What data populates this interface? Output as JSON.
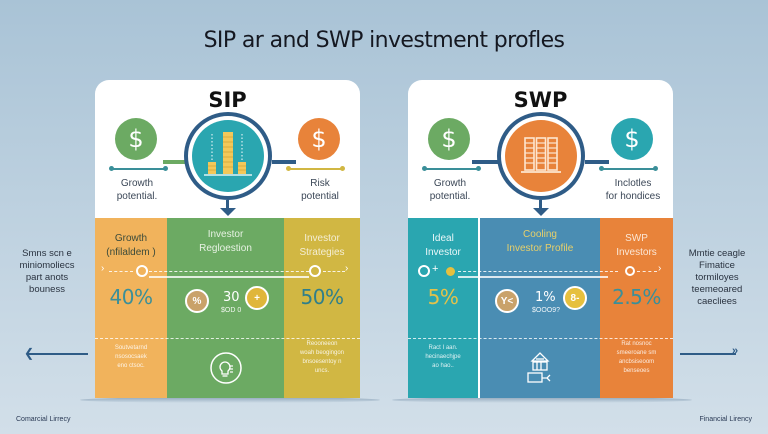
{
  "title": "SIP ar and SWP investment profles",
  "colors": {
    "background": "#b7ccdc",
    "navy": "#2f5c87",
    "green": "#6caa63",
    "orange": "#e8833a",
    "teal": "#2aa6b0",
    "amber": "#f1b35c",
    "mustard": "#d1b743",
    "steel_blue": "#4a8db3"
  },
  "sip": {
    "title": "SIP",
    "left_coin": {
      "icon": "dollar-coin-icon",
      "symbol": "$",
      "color": "#6caa63"
    },
    "right_coin": {
      "icon": "dollar-coin-icon",
      "symbol": "$",
      "color": "#e8833a"
    },
    "left_label": [
      "Growth",
      "potential."
    ],
    "right_label": [
      "Risk",
      "potential"
    ],
    "hub_icon": "coin-stack-chart-icon",
    "columns": [
      {
        "heading": [
          "Growth",
          "(nfilaldem )"
        ],
        "value": "40%",
        "description": [
          "Soutvetarnd",
          "nsosocsaek",
          "eno ctsoc."
        ],
        "color": "#f1b35c",
        "value_color": "#3a8f99"
      },
      {
        "heading": [
          "Investor",
          "Regloestion"
        ],
        "badge_left": "%",
        "number": "30",
        "sub": "$OD 0",
        "badge_right": "+",
        "description": [],
        "icon": "lightbulb-icon",
        "color": "#6caa63"
      },
      {
        "heading": [
          "Investor",
          "Strategies"
        ],
        "value": "50%",
        "description": [
          "Reooneeon",
          "woah beogingon",
          "bnsoesentoy n",
          "uncs."
        ],
        "color": "#d1b743",
        "value_color": "#2f7f8a"
      }
    ]
  },
  "swp": {
    "title": "SWP",
    "left_coin": {
      "icon": "dollar-coin-icon",
      "symbol": "$",
      "color": "#6caa63"
    },
    "right_coin": {
      "icon": "dollar-coin-icon",
      "symbol": "$",
      "color": "#2aa6b0"
    },
    "left_label": [
      "Growth",
      "potential."
    ],
    "right_label": [
      "Inclotles",
      "for hondices"
    ],
    "hub_icon": "building-columns-icon",
    "columns": [
      {
        "heading": [
          "Ideal",
          "Investor"
        ],
        "value": "5%",
        "description": [
          "Ract I aan.",
          "hecinaechjpe",
          "ao hao.."
        ],
        "color": "#2aa6b0",
        "value_color": "#e3c24a"
      },
      {
        "heading": [
          "Cooling",
          "Investor Profile"
        ],
        "badge_left": "Y<",
        "number": "1%",
        "sub": "$OOO9?",
        "badge_right": "8-",
        "description": [],
        "icon": "house-document-icon",
        "color": "#4a8db3"
      },
      {
        "heading": [
          "SWP",
          "Investors"
        ],
        "value": "2.5%",
        "description": [
          "Rat nosnoc",
          "smeeroane sm",
          "ancbsiseoom",
          "benseoes"
        ],
        "color": "#e8833a",
        "value_color": "#3a8f99"
      }
    ]
  },
  "left_margin_text": [
    "Smns scn e",
    "miniomoliecs",
    "part anots",
    "bouness"
  ],
  "right_margin_text": [
    "Mmtie ceagle",
    "Fimatice",
    "tormiloyes",
    "teemeoared",
    "caecliees"
  ],
  "footer": {
    "left": "Comarcial Lirrecy",
    "right": "Financial Lirency"
  }
}
